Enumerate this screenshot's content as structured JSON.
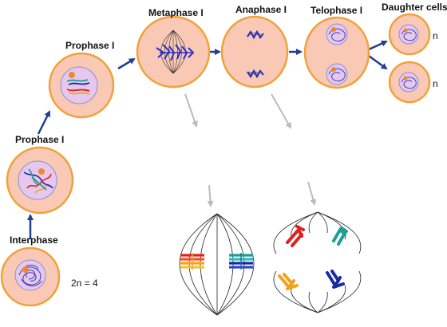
{
  "labels": {
    "interphase": "Interphase",
    "prophase_1": "Prophase I",
    "prophase_2": "Prophase I",
    "metaphase": "Metaphase I",
    "anaphase": "Anaphase I",
    "telophase": "Telophase I",
    "daughter_cells": "Daughter cells",
    "ploidy_parent": "2n = 4",
    "ploidy_daughter_top": "n",
    "ploidy_daughter_bottom": "n"
  },
  "colors": {
    "cell_fill": "#F9C9B6",
    "cell_border": "#F0A23A",
    "nucleus_fill": "#E6C8EE",
    "chromatin": "#3B3FB8",
    "nucleolus": "#EE8A2A",
    "flow_arrow": "#1F3F8F",
    "detail_arrow": "#BBBBBB",
    "chromosome_red": "#E02020",
    "chromosome_orange": "#F4A21B",
    "chromosome_teal": "#1F9E96",
    "chromosome_navy": "#1A2BA0"
  }
}
